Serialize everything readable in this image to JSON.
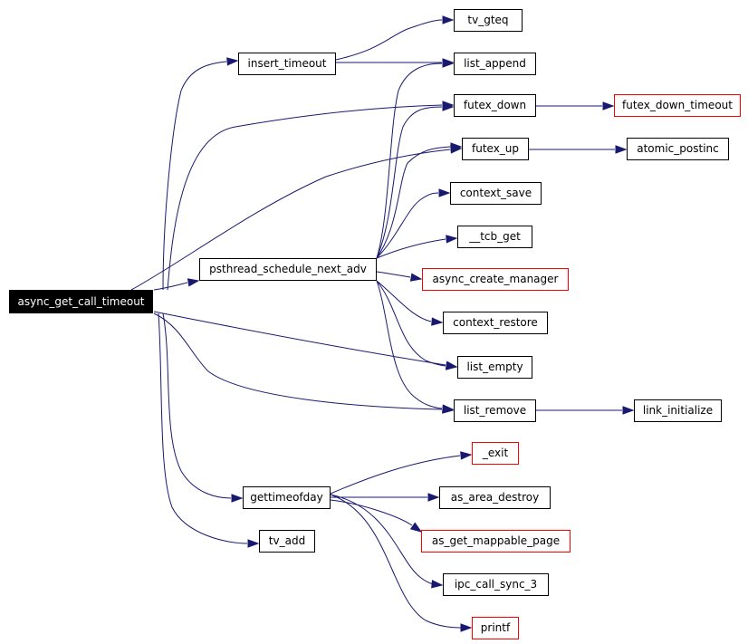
{
  "nodes": [
    {
      "id": "async_get_call_timeout",
      "label": "async_get_call_timeout",
      "style": "root"
    },
    {
      "id": "insert_timeout",
      "label": "insert_timeout",
      "style": "normal"
    },
    {
      "id": "tv_gteq",
      "label": "tv_gteq",
      "style": "normal"
    },
    {
      "id": "list_append",
      "label": "list_append",
      "style": "normal"
    },
    {
      "id": "futex_down",
      "label": "futex_down",
      "style": "normal"
    },
    {
      "id": "futex_down_timeout",
      "label": "futex_down_timeout",
      "style": "red"
    },
    {
      "id": "futex_up",
      "label": "futex_up",
      "style": "normal"
    },
    {
      "id": "atomic_postinc",
      "label": "atomic_postinc",
      "style": "normal"
    },
    {
      "id": "context_save",
      "label": "context_save",
      "style": "normal"
    },
    {
      "id": "__tcb_get",
      "label": "__tcb_get",
      "style": "normal"
    },
    {
      "id": "psthread_schedule_next_adv",
      "label": "psthread_schedule_next_adv",
      "style": "normal"
    },
    {
      "id": "async_create_manager",
      "label": "async_create_manager",
      "style": "red"
    },
    {
      "id": "context_restore",
      "label": "context_restore",
      "style": "normal"
    },
    {
      "id": "list_empty",
      "label": "list_empty",
      "style": "normal"
    },
    {
      "id": "list_remove",
      "label": "list_remove",
      "style": "normal"
    },
    {
      "id": "link_initialize",
      "label": "link_initialize",
      "style": "normal"
    },
    {
      "id": "_exit",
      "label": "_exit",
      "style": "red"
    },
    {
      "id": "gettimeofday",
      "label": "gettimeofday",
      "style": "normal"
    },
    {
      "id": "as_area_destroy",
      "label": "as_area_destroy",
      "style": "normal"
    },
    {
      "id": "as_get_mappable_page",
      "label": "as_get_mappable_page",
      "style": "red"
    },
    {
      "id": "ipc_call_sync_3",
      "label": "ipc_call_sync_3",
      "style": "normal"
    },
    {
      "id": "printf",
      "label": "printf",
      "style": "red"
    },
    {
      "id": "tv_add",
      "label": "tv_add",
      "style": "normal"
    }
  ],
  "edges": [
    {
      "from": "async_get_call_timeout",
      "to": "insert_timeout"
    },
    {
      "from": "async_get_call_timeout",
      "to": "futex_down"
    },
    {
      "from": "async_get_call_timeout",
      "to": "futex_up"
    },
    {
      "from": "async_get_call_timeout",
      "to": "psthread_schedule_next_adv"
    },
    {
      "from": "async_get_call_timeout",
      "to": "list_empty"
    },
    {
      "from": "async_get_call_timeout",
      "to": "list_remove"
    },
    {
      "from": "async_get_call_timeout",
      "to": "gettimeofday"
    },
    {
      "from": "async_get_call_timeout",
      "to": "tv_add"
    },
    {
      "from": "insert_timeout",
      "to": "tv_gteq"
    },
    {
      "from": "insert_timeout",
      "to": "list_append"
    },
    {
      "from": "futex_down",
      "to": "futex_down_timeout"
    },
    {
      "from": "futex_up",
      "to": "atomic_postinc"
    },
    {
      "from": "psthread_schedule_next_adv",
      "to": "list_append"
    },
    {
      "from": "psthread_schedule_next_adv",
      "to": "futex_down"
    },
    {
      "from": "psthread_schedule_next_adv",
      "to": "futex_up"
    },
    {
      "from": "psthread_schedule_next_adv",
      "to": "context_save"
    },
    {
      "from": "psthread_schedule_next_adv",
      "to": "__tcb_get"
    },
    {
      "from": "psthread_schedule_next_adv",
      "to": "async_create_manager"
    },
    {
      "from": "psthread_schedule_next_adv",
      "to": "context_restore"
    },
    {
      "from": "psthread_schedule_next_adv",
      "to": "list_empty"
    },
    {
      "from": "psthread_schedule_next_adv",
      "to": "list_remove"
    },
    {
      "from": "list_remove",
      "to": "link_initialize"
    },
    {
      "from": "gettimeofday",
      "to": "_exit"
    },
    {
      "from": "gettimeofday",
      "to": "as_area_destroy"
    },
    {
      "from": "gettimeofday",
      "to": "as_get_mappable_page"
    },
    {
      "from": "gettimeofday",
      "to": "ipc_call_sync_3"
    },
    {
      "from": "gettimeofday",
      "to": "printf"
    }
  ],
  "colors": {
    "edge": "#191970",
    "node_border": "#000000",
    "highlight_border": "#ff0000",
    "root_fill": "#000000",
    "root_text": "#ffffff"
  }
}
